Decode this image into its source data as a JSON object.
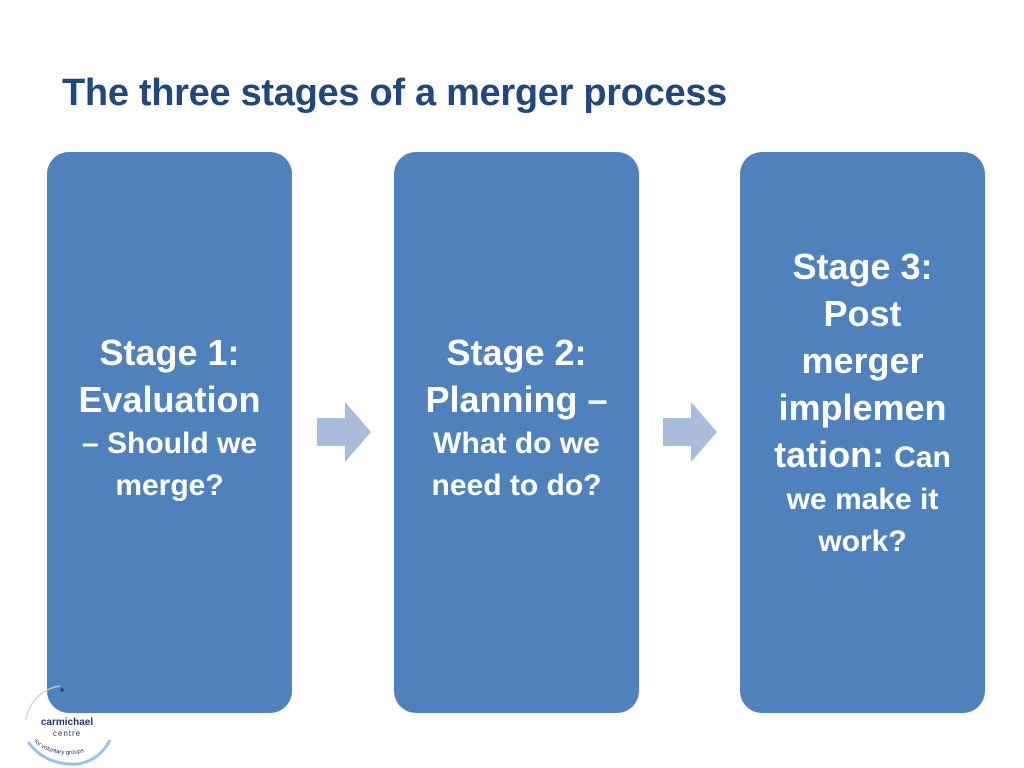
{
  "slide": {
    "title": "The three stages of a merger process"
  },
  "stages": [
    {
      "heading_lines": [
        "Stage 1:",
        "Evaluation"
      ],
      "subtext_lines": [
        "– Should we",
        "merge?"
      ]
    },
    {
      "heading_lines": [
        "Stage 2:",
        "Planning –"
      ],
      "subtext_lines": [
        "What do we",
        "need to do?"
      ]
    },
    {
      "heading_lines": [
        "Stage 3:",
        "Post",
        "merger",
        "implemen"
      ],
      "heading_tail": "tation:",
      "subtext_inline": "Can",
      "subtext_lines": [
        "we make it",
        "work?"
      ]
    }
  ],
  "logo": {
    "name": "carmichael",
    "line2": "centre",
    "tagline": "for voluntary groups"
  },
  "colors": {
    "title": "#1f497d",
    "box_fill": "#4f81bd",
    "box_text": "#ffffff",
    "arrow_fill": "#a9bcdb"
  },
  "icons": {
    "connector": "right-arrow-icon"
  }
}
